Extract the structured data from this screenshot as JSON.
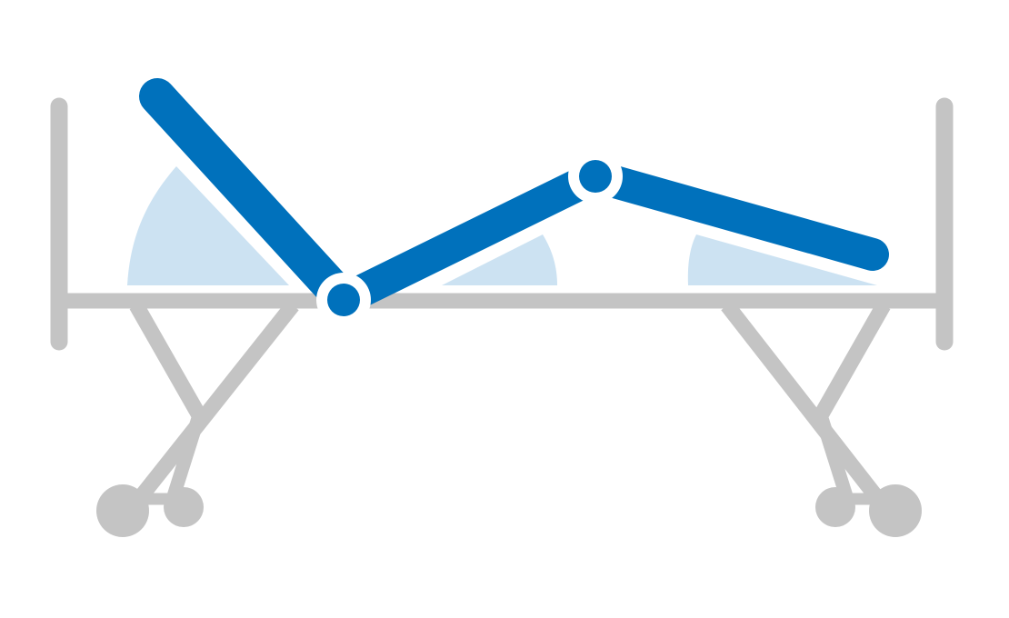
{
  "diagram": {
    "subject": "adjustable-hospital-bed",
    "colors": {
      "background": "#ffffff",
      "frame": "#c4c4c4",
      "mattress_section": "#0071bc",
      "angle_wedge": "#cce2f2",
      "joint_ring": "#ffffff"
    },
    "sections": [
      {
        "name": "head-section",
        "icon": "backrest-section"
      },
      {
        "name": "thigh-section",
        "icon": "thigh-section"
      },
      {
        "name": "calf-section",
        "icon": "calf-section"
      }
    ],
    "joints": [
      {
        "name": "hip-joint",
        "icon": "pivot-joint-icon"
      },
      {
        "name": "knee-joint",
        "icon": "pivot-joint-icon"
      }
    ],
    "angle_indicators": [
      {
        "name": "backrest-angle-wedge"
      },
      {
        "name": "thigh-angle-wedge"
      },
      {
        "name": "calf-angle-wedge"
      }
    ],
    "frame_parts": [
      "headboard-post",
      "footboard-post",
      "bed-base-rail",
      "left-scissor-legs",
      "right-scissor-legs",
      "caster-wheels"
    ]
  }
}
